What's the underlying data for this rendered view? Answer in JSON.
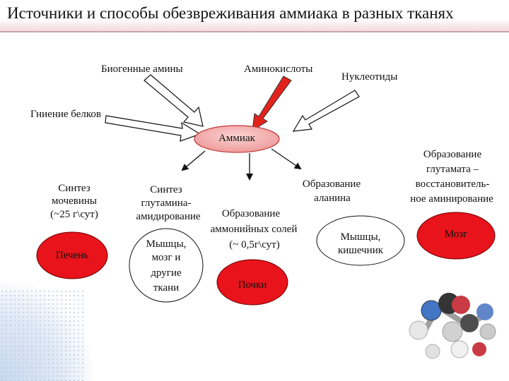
{
  "title": "Источники и способы обезвреживания аммиака в разных тканях",
  "sources": {
    "biogenic_amines": "Биогенные амины",
    "amino_acids": "Аминокислоты",
    "nucleotides": "Нуклеотиды",
    "protein_decay": "Гниение белков"
  },
  "center": "Аммиак",
  "urea": {
    "line1": "Синтез",
    "line2": "мочевины",
    "line3": "(~25 г\\сут)",
    "organ": "Печень"
  },
  "glutamine": {
    "line1": "Синтез",
    "line2": "глутамина-",
    "line3": "амидирование",
    "organ_line1": "Мышцы,",
    "organ_line2": "мозг и",
    "organ_line3": "другие",
    "organ_line4": "ткани"
  },
  "ammonium": {
    "line1": "Образование",
    "line2": "аммонийных солей",
    "line3": "(~ 0,5г\\сут)",
    "organ": "Почки"
  },
  "alanine": {
    "line1": "Образование",
    "line2": "аланина",
    "organ_line1": "Мышцы,",
    "organ_line2": "кишечник"
  },
  "glutamate": {
    "line1": "Образование",
    "line2": "глутамата –",
    "line3": "восстановитель-",
    "line4": "ное аминирование",
    "organ": "Мозг"
  },
  "colors": {
    "red_oval": "#e8131b",
    "pink_oval": "#f2a6a6",
    "red_arrow": "#e3221c"
  },
  "decor_image": "molecule-3d-model"
}
